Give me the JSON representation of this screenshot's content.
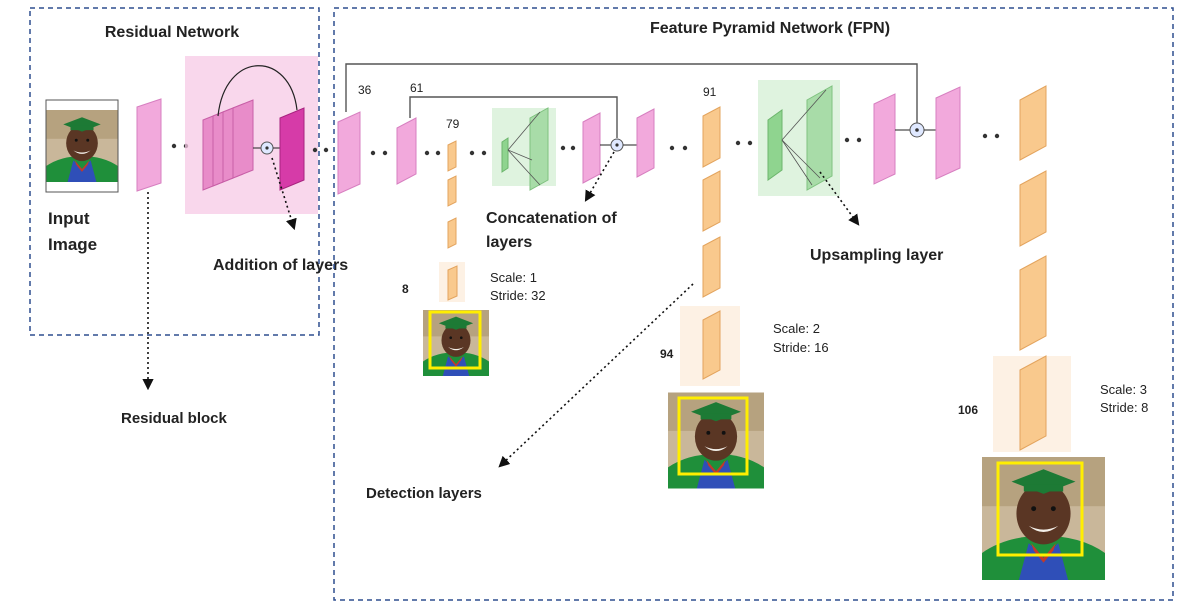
{
  "titles": {
    "residual": "Residual Network",
    "fpn": "Feature Pyramid Network (FPN)"
  },
  "input": {
    "line1": "Input",
    "line2": "Image"
  },
  "annotations": {
    "addition": "Addition of layers",
    "concat_line1": "Concatenation of",
    "concat_line2": "layers",
    "upsampling": "Upsampling layer",
    "residual_block": "Residual block",
    "detection": "Detection layers"
  },
  "layer_numbers": {
    "n36": "36",
    "n61": "61",
    "n79": "79",
    "n91": "91",
    "n8": "8",
    "n94": "94",
    "n106": "106"
  },
  "scales": [
    {
      "scale": "Scale: 1",
      "stride": "Stride: 32"
    },
    {
      "scale": "Scale: 2",
      "stride": "Stride: 16"
    },
    {
      "scale": "Scale: 3",
      "stride": "Stride: 8"
    }
  ],
  "colors": {
    "pink_fill": "#f2a9dc",
    "pink_stroke": "#d77fc0",
    "magenta": "#d63ba8",
    "orange_fill": "#f9c98d",
    "orange_stroke": "#e3a45e",
    "green_fill": "#a8dca8",
    "dashed_border": "#2f4f8f",
    "bbox": "#ffee00",
    "robe_green": "#1f8f3a"
  }
}
